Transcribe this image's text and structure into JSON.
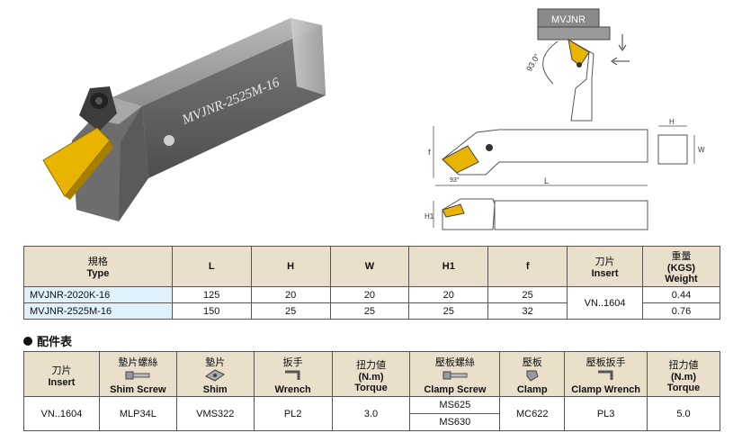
{
  "photo": {
    "engraving": "MVJNR-2525M-16"
  },
  "diagram": {
    "top_label": "MVJNR",
    "angle": "93.0°",
    "front_angle": "93°",
    "dim_L": "L",
    "dim_H": "H",
    "dim_W": "W",
    "dim_f": "f",
    "dim_H1": "H1"
  },
  "spec_table": {
    "headers": {
      "type_cn": "規格",
      "type_en": "Type",
      "L": "L",
      "H": "H",
      "W": "W",
      "H1": "H1",
      "f": "f",
      "insert_cn": "刀片",
      "insert_en": "Insert",
      "weight_cn": "重量",
      "weight_unit": "(KGS)",
      "weight_en": "Weight"
    },
    "rows": [
      {
        "type": "MVJNR-2020K-16",
        "L": "125",
        "H": "20",
        "W": "20",
        "H1": "20",
        "f": "25",
        "weight": "0.44"
      },
      {
        "type": "MVJNR-2525M-16",
        "L": "150",
        "H": "25",
        "W": "25",
        "H1": "25",
        "f": "32",
        "weight": "0.76"
      }
    ],
    "insert": "VN..1604"
  },
  "parts": {
    "title": "配件表",
    "headers": {
      "insert_cn": "刀片",
      "insert_en": "Insert",
      "shim_screw_cn": "墊片螺絲",
      "shim_screw_en": "Shim Screw",
      "shim_cn": "墊片",
      "shim_en": "Shim",
      "wrench_cn": "扳手",
      "wrench_en": "Wrench",
      "torque_cn": "扭力値",
      "torque_unit": "(N.m)",
      "torque_en": "Torque",
      "clamp_screw_cn": "壓板螺絲",
      "clamp_screw_en": "Clamp Screw",
      "clamp_cn": "壓板",
      "clamp_en": "Clamp",
      "clamp_wrench_cn": "壓板扳手",
      "clamp_wrench_en": "Clamp Wrench",
      "torque2_cn": "扭力値",
      "torque2_unit": "(N.m)",
      "torque2_en": "Torque"
    },
    "row": {
      "insert": "VN..1604",
      "shim_screw": "MLP34L",
      "shim": "VMS322",
      "wrench": "PL2",
      "torque": "3.0",
      "clamp_screw_1": "MS625",
      "clamp_screw_2": "MS630",
      "clamp": "MC622",
      "clamp_wrench": "PL3",
      "torque2": "5.0"
    }
  },
  "colors": {
    "header_bg": "#e9dfca",
    "model_bg": "#dff2fb",
    "insert_gold": "#e8b400"
  }
}
